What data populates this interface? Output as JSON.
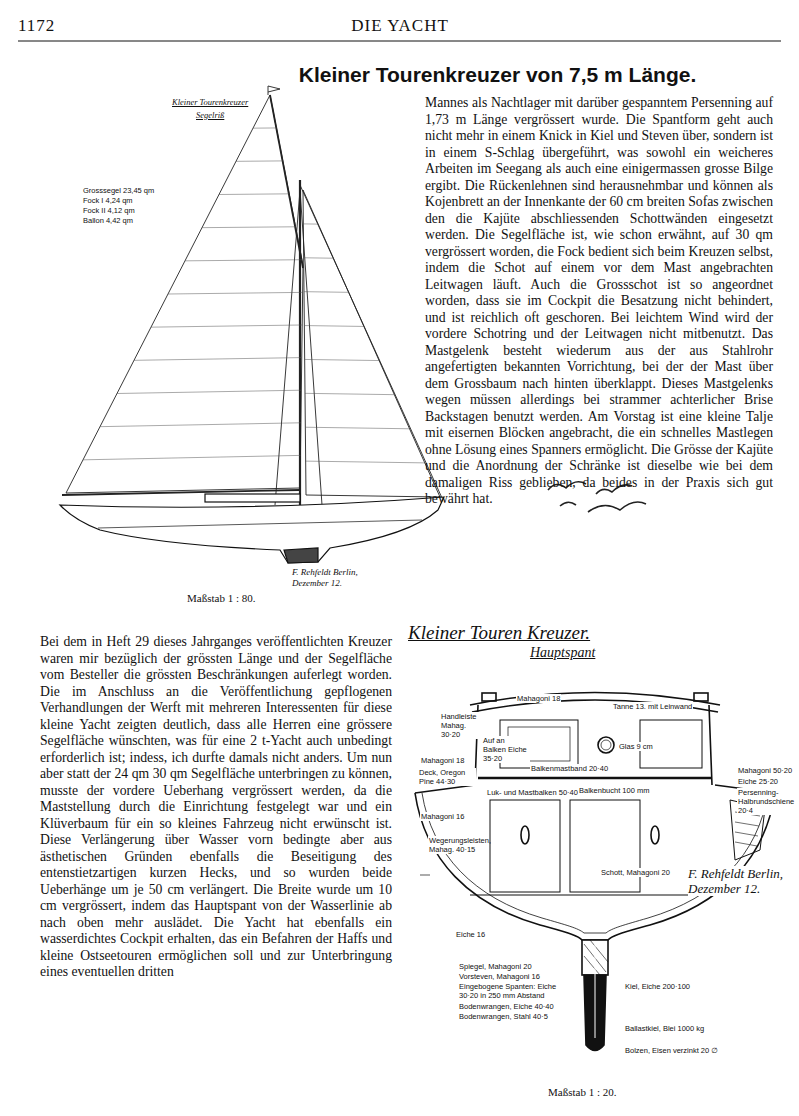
{
  "diagram": {
    "title": "Kleiner Tourenkreuzer von 7,5 m Länge.",
    "labels": [
      "1172",
      "DIE YACHT",
      "Mannes als Nachtlager mit darüber gespanntem Persenning auf 1,73 m Länge vergrössert wurde. Die Spantform geht auch nicht mehr in einem Knick in Kiel und Steven über, sondern ist in einem S-Schlag übergeführt, was sowohl ein weicheres Arbeiten im Seegang als auch eine einigermassen grosse Bilge ergibt. Die Rückenlehnen sind herausnehmbar und können als Kojenbrett an der Innenkante der 60 cm breiten Sofas zwischen den die Kajüte abschliessenden Schottwänden eingesetzt werden. Die Segelfläche ist, wie schon erwähnt, auf 30 qm vergrössert worden, die Fock bedient sich beim Kreuzen selbst, indem die Schot auf einem vor dem Mast angebrachten Leitwagen läuft. Auch die Grossschot ist so angeordnet worden, dass sie im Cockpit die Besatzung nicht behindert, und ist reichlich oft geschoren. Bei leichtem Wind wird der vordere Schotring und der Leitwagen nicht mitbenutzt. Das Mastgelenk besteht wiederum aus der aus Stahlrohr angefertigten bekannten Vorrichtung, bei der der Mast über dem Grossbaum nach hinten überklappt. Dieses Mastgelenks wegen müssen allerdings bei strammer achterlicher Brise Backstagen benutzt werden. Am Vorstag ist eine kleine Talje mit eisernen Blöcken angebracht, die ein schnelles Mastlegen ohne Lösung eines Spanners ermöglicht. Die Grösse der Kajüte und die Anordnung der Schränke ist dieselbe wie bei dem damaligen Riss geblieben, da beides in der Praxis sich gut bewährt hat.",
      "Kleiner Tourenkreuzer",
      "Segelriß",
      "Grosssegel 23,45 qm",
      "Fock I 4,24 qm",
      "Fock II 4,12 qm",
      "Ballon 4,42 qm",
      "F. Rehfeldt Berlin, Dezember 12.",
      "Maßstab 1 : 80.",
      "Kleiner Touren Kreuzer.",
      "Hauptspant",
      "Bei dem in Heft 29 dieses Jahrganges veröffentlichten Kreuzer waren mir bezüglich der grössten Länge und der Segelfläche vom Besteller die grössten Beschränkungen auferlegt worden. Die im Anschluss an die Veröffentlichung gepflogenen Verhandlungen der Werft mit mehreren Interessenten für diese kleine Yacht zeigten deutlich, dass alle Herren eine grössere Segelfläche wünschten, was für eine 2 t-Yacht auch unbedingt erforderlich ist; indess, ich durfte damals nicht anders. Um nun aber statt der 24 qm 30 qm Segelfläche unterbringen zu können, musste der vordere Ueberhang vergrössert werden, da die Maststellung durch die Einrichtung festgelegt war und ein Klüverbaum für ein so kleines Fahrzeug nicht erwünscht ist. Diese Verlängerung über Wasser vorn bedingte aber aus ästhetischen Gründen ebenfalls die Beseitigung des entenstietzartigen kurzen Hecks, und so wurden beide Ueberhänge um je 50 cm verlängert. Die Breite wurde um 10 cm vergrössert, indem das Hauptspant von der Wasserlinie ab nach oben mehr auslädet. Die Yacht hat ebenfalls ein wasserdichtes Cockpit erhalten, das ein Befahren der Haffs und kleine Ostseetouren ermöglichen soll und zur Unterbringung eines eventuellen dritten",
      "Handleiste Mahag. 30·20",
      "Mahagoni 18",
      "Tanne 13. mit Leinwand",
      "Auf an Balken Eiche 35·20",
      "Glas 9 cm",
      "Mahagoni 18",
      "Deck, Oregon Pine 44·30",
      "Luk- und Mastbalken 50·40",
      "Mahagoni 16",
      "Wegerungsleisten, Mahag. 40·15",
      "Balkenmastband 20·40",
      "Balkenbucht 100 mm",
      "Schott, Mahagoni 20",
      "Mahagoni 50·20",
      "Eiche 25·20",
      "Persenning-Halbrundschiene 20·4",
      "Eiche 16",
      "Spiegel, Mahagoni 20",
      "Vorsteven, Mahagoni 16",
      "Eingebogene Spanten: Eiche 30·20 in 250 mm Abstand",
      "Bodenwrangen, Eiche 40·40",
      "Bodenwrangen, Stahl 40·5",
      "Kiel, Eiche 200·100",
      "Ballastkiel, Blei 1000 kg",
      "Bolzen, Eisen verzinkt 20 ∅",
      "F. Rehfeldt Berlin, Dezember 12.",
      "Maßstab 1 : 20."
    ]
  }
}
